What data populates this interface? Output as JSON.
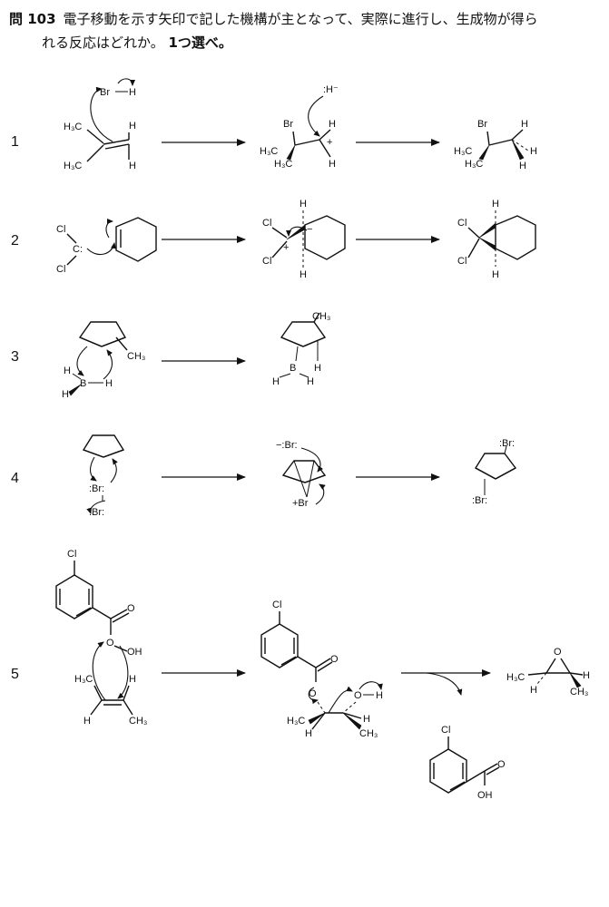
{
  "question": {
    "number": "問 103",
    "text_line1": "電子移動を示す矢印で記した機構が主となって、実際に進行し、生成物が得ら",
    "text_line2a": "れる反応はどれか。",
    "text_line2b": "1つ選べ。"
  },
  "options": [
    {
      "number": "1",
      "labels": {
        "br": "Br",
        "h": "H",
        "h3c": "H₃C",
        "hminus": ":H⁻",
        "plus": "+"
      }
    },
    {
      "number": "2",
      "labels": {
        "cl": "Cl",
        "c": "C:",
        "h": "H",
        "minus": "−",
        "plus": "+"
      }
    },
    {
      "number": "3",
      "labels": {
        "ch3": "CH₃",
        "b": "B",
        "h": "H"
      }
    },
    {
      "number": "4",
      "labels": {
        "br": ":Br:",
        "brminus": "−:Br:",
        "brplus": "+Br"
      }
    },
    {
      "number": "5",
      "labels": {
        "cl": "Cl",
        "o": "O",
        "oh": "OH",
        "h3c": "H₃C",
        "ch3": "CH₃",
        "h": "H"
      }
    }
  ]
}
